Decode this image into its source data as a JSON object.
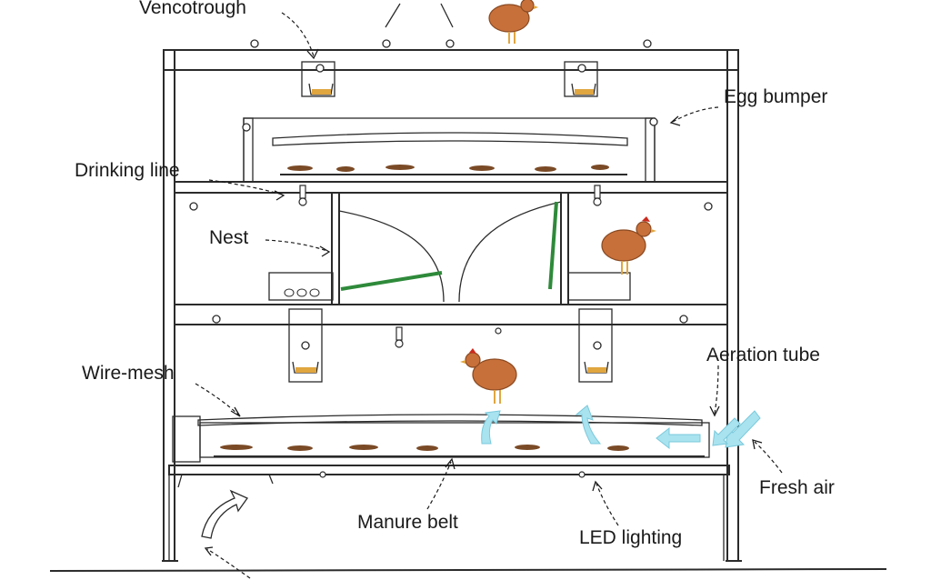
{
  "labels": {
    "vencotrough": "Vencotrough",
    "egg_bumper": "Egg bumper",
    "drinking_line": "Drinking line",
    "nest": "Nest",
    "wire_mesh": "Wire-mesh",
    "aeration_tube": "Aeration tube",
    "fresh_air": "Fresh air",
    "manure_belt": "Manure belt",
    "led_lighting": "LED lighting"
  },
  "colors": {
    "hen_body": "#c8703a",
    "hen_dark": "#8a4a22",
    "hen_comb": "#cc2a1e",
    "manure": "#7a4a26",
    "perch_green": "#2e8a3a",
    "air_arrow": "#a9e3ef",
    "feed": "#e0a640",
    "line": "#2b2b2b"
  },
  "icons": [
    "hen-icon",
    "air-flow-arrow-icon",
    "led-light-icon",
    "drinker-nipple-icon",
    "feed-trough-icon"
  ]
}
